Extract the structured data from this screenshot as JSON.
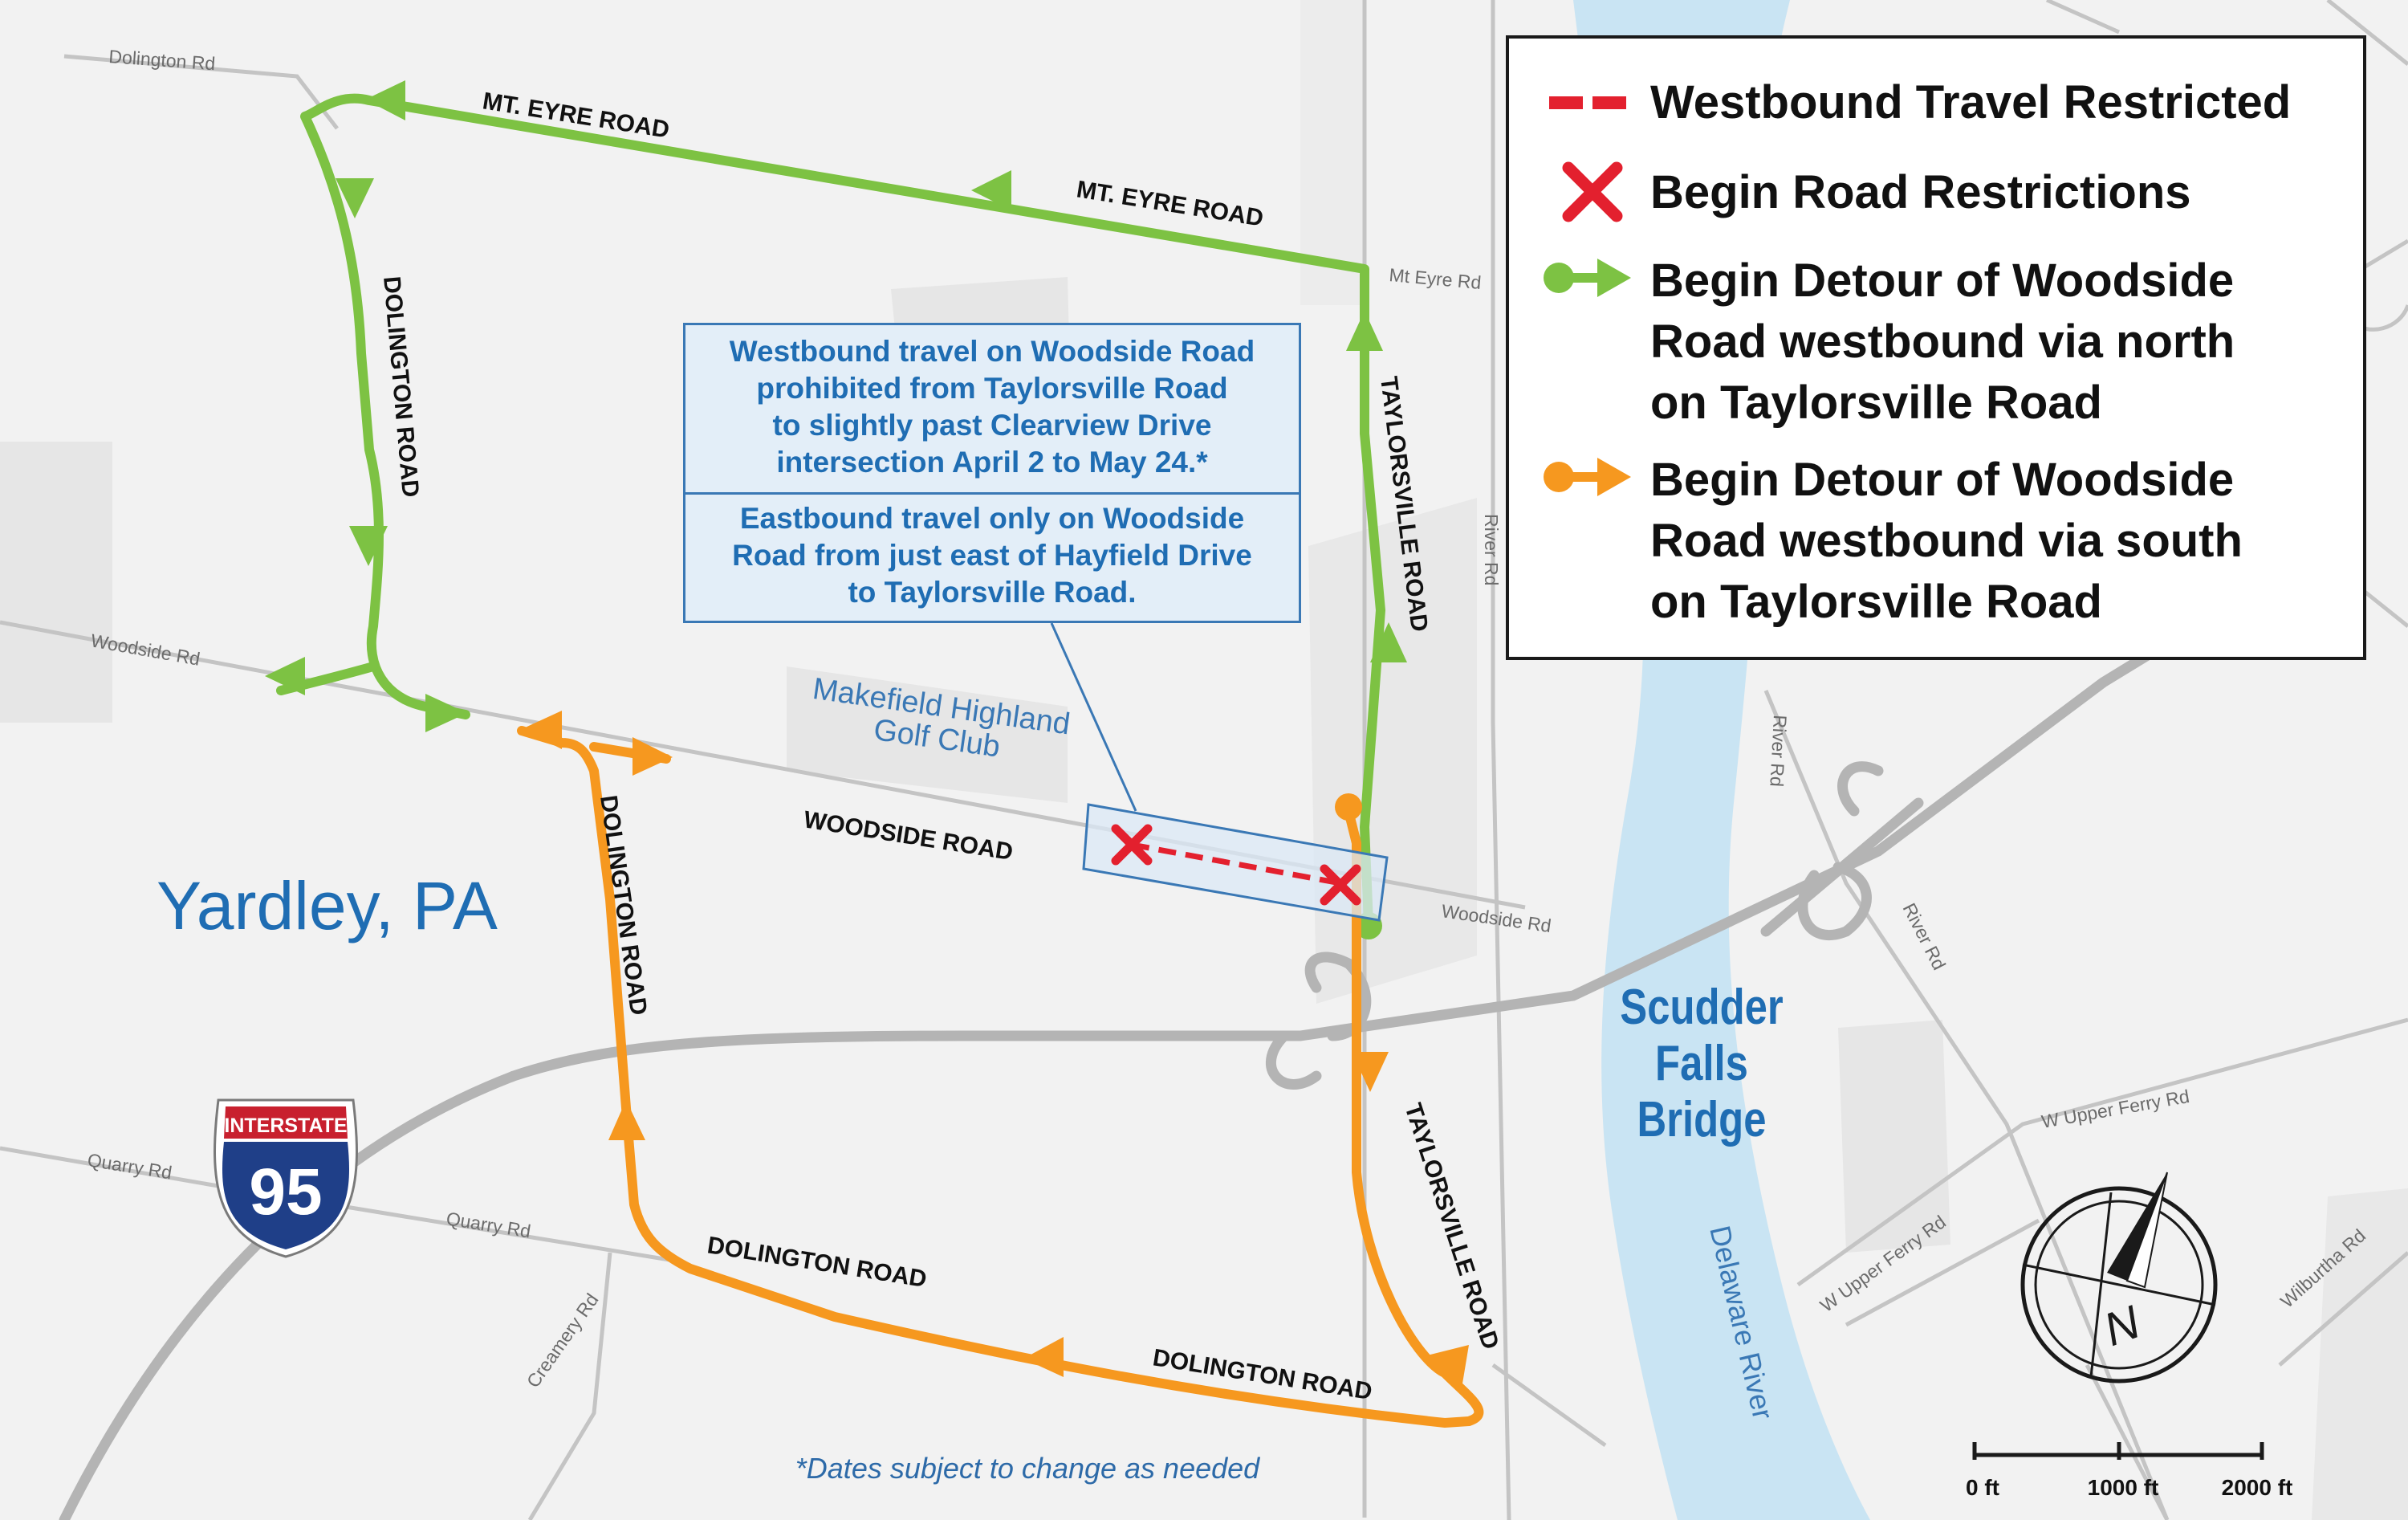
{
  "place_label": "Yardley, PA",
  "golf_club": [
    "Makefield Highland",
    "Golf Club"
  ],
  "bridge_label": [
    "Scudder Falls",
    "Bridge"
  ],
  "river_label": "Delaware River",
  "interstate": {
    "header": "INTERSTATE",
    "number": "95"
  },
  "footnote": "*Dates subject to change as needed",
  "callout": {
    "top_lines": [
      "Westbound travel on Woodside Road",
      "prohibited from Taylorsville Road",
      "to slightly past Clearview Drive",
      "intersection April 2 to May 24.*"
    ],
    "bottom_lines": [
      "Eastbound travel only on Woodside",
      "Road from just east of Hayfield Drive",
      "to Taylorsville Road."
    ]
  },
  "legend": {
    "restricted": "Westbound Travel Restricted",
    "begin_restrictions": "Begin Road Restrictions",
    "north_detour": [
      "Begin Detour of Woodside",
      "Road westbound via north",
      "on Taylorsville Road"
    ],
    "south_detour": [
      "Begin Detour of Woodside",
      "Road westbound via south",
      "on Taylorsville Road"
    ]
  },
  "route_labels": {
    "mt_eyre_1": "MT. EYRE ROAD",
    "mt_eyre_2": "MT. EYRE ROAD",
    "dolington_north": "DOLINGTON ROAD",
    "taylorsville_north": "TAYLORSVILLE ROAD",
    "woodside": "WOODSIDE ROAD",
    "dolington_south_vertical": "DOLINGTON ROAD",
    "taylorsville_south": "TAYLORSVILLE ROAD",
    "dolington_south_1": "DOLINGTON ROAD",
    "dolington_south_2": "DOLINGTON ROAD"
  },
  "street_labels": {
    "dolington_rd": "Dolington Rd",
    "woodside_rd_west": "Woodside Rd",
    "woodside_rd_east": "Woodside Rd",
    "mt_eyre_rd": "Mt Eyre Rd",
    "river_rd_1": "River Rd",
    "river_rd_2": "River Rd",
    "river_rd_3": "River Rd",
    "quarry_rd_1": "Quarry Rd",
    "quarry_rd_2": "Quarry Rd",
    "creamery_rd": "Creamery Rd",
    "w_upper_ferry_rd_1": "W Upper Ferry Rd",
    "w_upper_ferry_rd_2": "W Upper Ferry Rd",
    "wilburtha_rd": "Wilburtha Rd"
  },
  "compass": {
    "letter": "N"
  },
  "scale": {
    "labels": [
      "0 ft",
      "1000 ft",
      "2000 ft"
    ]
  },
  "colors": {
    "detour_north": "#7dc243",
    "detour_south": "#f6981f",
    "restricted": "#e3202e",
    "water": "#c9e4f3",
    "label_blue": "#1f6db3"
  }
}
